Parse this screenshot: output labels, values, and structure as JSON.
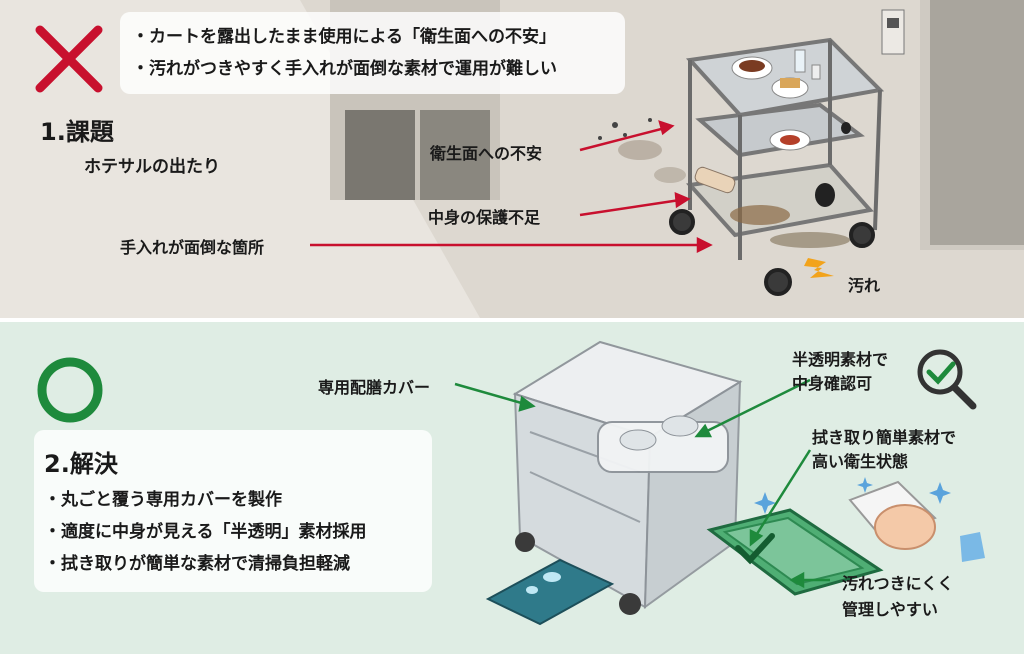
{
  "problem": {
    "bullets": [
      "カートを露出したまま使用による「衛生面への不安」",
      "汚れがつきやすく手入れが面倒な素材で運用が難しい"
    ],
    "title": "1.課題",
    "subtitle": "ホテサルの出たり",
    "labels": {
      "hygiene": "衛生面への不安",
      "protection": "中身の保護不足",
      "maintenance": "手入れが面倒な箇所",
      "dirt": "汚れ"
    },
    "accent_color": "#c8102e"
  },
  "solution": {
    "title": "2.解決",
    "bullets": [
      "丸ごと覆う専用カバーを製作",
      "適度に中身が見える「半透明」素材採用",
      "拭き取りが簡単な素材で清掃負担軽減"
    ],
    "labels": {
      "cover": "専用配膳カバー",
      "translucent_1": "半透明素材で",
      "translucent_2": "中身確認可",
      "wipe_1": "拭き取り簡単素材で",
      "wipe_2": "高い衛生状態",
      "stain_1": "汚れつきにくく",
      "stain_2": "管理しやすい"
    },
    "accent_color": "#1e8a3c"
  }
}
